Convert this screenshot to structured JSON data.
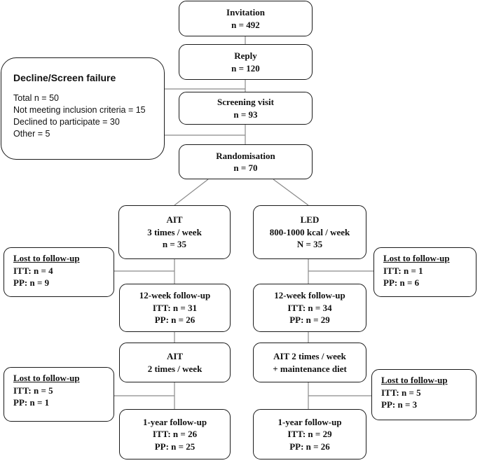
{
  "flow": {
    "invitation": {
      "title": "Invitation",
      "count": "n = 492"
    },
    "reply": {
      "title": "Reply",
      "count": "n = 120"
    },
    "screening": {
      "title": "Screening visit",
      "count": "n = 93"
    },
    "randomisation": {
      "title": "Randomisation",
      "count": "n = 70"
    },
    "decline": {
      "title": "Decline/Screen failure",
      "items": [
        "Total n = 50",
        "Not meeting inclusion criteria = 15",
        "Declined to participate = 30",
        "Other = 5"
      ]
    }
  },
  "ait_arm": {
    "start": {
      "title": "AIT",
      "detail": "3 times / week",
      "count": "n = 35"
    },
    "lost1": {
      "title": "Lost to follow-up",
      "itt": "ITT: n = 4",
      "pp": "PP: n = 9"
    },
    "followup12": {
      "title": "12-week follow-up",
      "itt": "ITT: n = 31",
      "pp": "PP: n = 26"
    },
    "maintenance": {
      "title": "AIT",
      "detail": "2 times / week"
    },
    "lost2": {
      "title": "Lost to follow-up",
      "itt": "ITT: n = 5",
      "pp": "PP: n = 1"
    },
    "followup1y": {
      "title": "1-year follow-up",
      "itt": "ITT: n = 26",
      "pp": "PP: n = 25"
    }
  },
  "led_arm": {
    "start": {
      "title": "LED",
      "detail": "800-1000 kcal / week",
      "count": "N = 35"
    },
    "lost1": {
      "title": "Lost to follow-up",
      "itt": "ITT: n = 1",
      "pp": "PP: n = 6"
    },
    "followup12": {
      "title": "12-week follow-up",
      "itt": "ITT: n = 34",
      "pp": "PP: n = 29"
    },
    "maintenance": {
      "title": "AIT 2 times / week",
      "detail": "+ maintenance diet"
    },
    "lost2": {
      "title": "Lost to follow-up",
      "itt": "ITT: n = 5",
      "pp": "PP: n = 3"
    },
    "followup1y": {
      "title": "1-year follow-up",
      "itt": "ITT: n = 29",
      "pp": "PP: n = 26"
    }
  },
  "colors": {
    "box_border": "#1a1a1a",
    "connector": "#8a8a8a",
    "text": "#111111",
    "background": "#ffffff"
  }
}
